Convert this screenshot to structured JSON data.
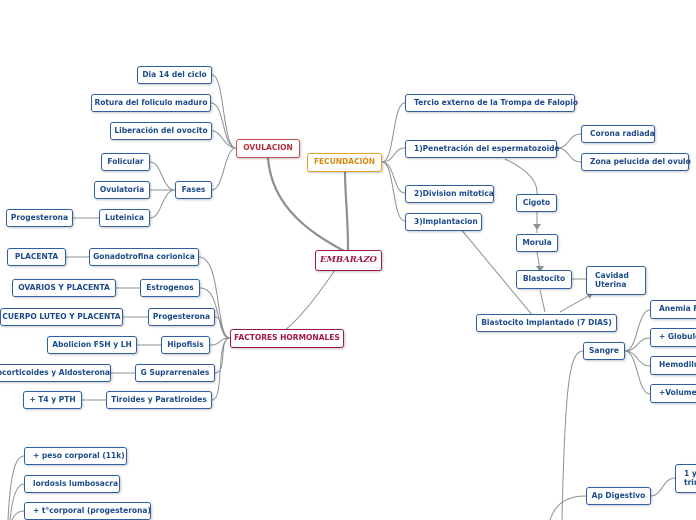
{
  "root": "EMBARAZO",
  "ovulacion": {
    "label": "OVULACION",
    "items": [
      "Dia 14 del ciclo",
      "Rotura del foliculo maduro",
      "Liberación del ovocito"
    ],
    "fases": {
      "label": "Fases",
      "items": [
        "Folicular",
        "Ovulatoria",
        "Luteinica"
      ],
      "luteinica_child": "Progesterona"
    }
  },
  "fecundacion": {
    "label": "FECUNDACIÓN",
    "items": [
      "Tercio externo de la Trompa de Falopio",
      "1)Penetración del espermatozoide",
      "2)Division mitotica",
      "3)Implantacion"
    ],
    "penetracion_children": [
      "Corona radiada",
      "Zona pelucida del ovulo"
    ]
  },
  "desarrollo": {
    "cigoto": "Cigoto",
    "morula": "Morula",
    "blastocito": "Blastocito",
    "cavidad": "Cavidad Uterina",
    "implantado": "Blastocito Implantado (7 DIAS)"
  },
  "hormonales": {
    "label": "FACTORES HORMONALES",
    "items": [
      "Gonadotrofina corionica",
      "Estrogenos",
      "Progesterona",
      "Hipofisis",
      "G Suprarrenales",
      "Tiroides y Paratiroides"
    ],
    "sources": [
      "PLACENTA",
      "OVARIOS Y PLACENTA",
      "CUERPO LUTEO Y PLACENTA",
      "Abolicion FSH y LH",
      "ocorticoides y Aldosterona",
      "+ T4 y PTH"
    ]
  },
  "sangre": {
    "label": "Sangre",
    "items": [
      "Anemia Fi",
      "+ Globulo",
      "Hemodilu",
      "+Volumen"
    ]
  },
  "digestivo": {
    "label": "Ap Digestivo",
    "child": "1 y\ntrim"
  },
  "fisicos": {
    "items": [
      "+ peso corporal (11k)",
      "lordosis lumbosacra",
      "+ t°corporal (progesterona)"
    ]
  }
}
